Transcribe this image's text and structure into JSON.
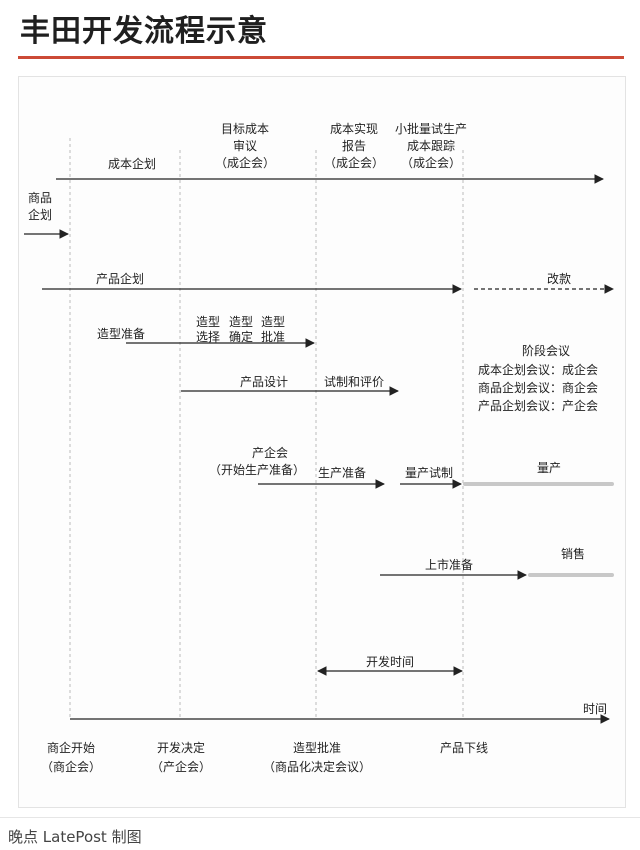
{
  "title": "丰田开发流程示意",
  "footer": "晚点 LatePost 制图",
  "top_milestones": [
    {
      "lines": [
        "目标成本",
        "审议",
        "（成企会）"
      ]
    },
    {
      "lines": [
        "成本实现",
        "报告",
        "（成企会）"
      ]
    },
    {
      "lines": [
        "小批量试生产",
        "成本跟踪",
        "（成企会）"
      ]
    }
  ],
  "flows": {
    "cost_planning": "成本企划",
    "product_planning": "产品企划",
    "revision": "改款",
    "styling_prep": "造型准备",
    "styling_steps": [
      {
        "lines": [
          "造型",
          "选择"
        ]
      },
      {
        "lines": [
          "造型",
          "确定"
        ]
      },
      {
        "lines": [
          "造型",
          "批准"
        ]
      }
    ],
    "product_design": "产品设计",
    "trial_eval": "试制和评价",
    "product_meeting": [
      "产企会",
      "（开始生产准备）"
    ],
    "production_prep": "生产准备",
    "mass_trial": "量产试制",
    "mass_production": "量产",
    "launch_prep": "上市准备",
    "sales": "销售",
    "dev_time": "开发时间",
    "time": "时间"
  },
  "product_planning_label": [
    "商品",
    "企划"
  ],
  "stage_meetings": {
    "heading": "阶段会议",
    "items": [
      "成本企划会议：成企会",
      "商品企划会议：商企会",
      "产品企划会议：产企会"
    ]
  },
  "bottom_milestones": [
    {
      "lines": [
        "商企开始",
        "（商企会）"
      ]
    },
    {
      "lines": [
        "开发决定",
        "（产企会）"
      ]
    },
    {
      "lines": [
        "造型批准",
        "（商品化决定会议）"
      ]
    },
    {
      "lines": [
        "产品下线"
      ]
    }
  ],
  "colors": {
    "accent": "#cc4a36",
    "arrow": "#222222",
    "guide": "#bbbbbb",
    "bar": "#c8c8c8"
  }
}
